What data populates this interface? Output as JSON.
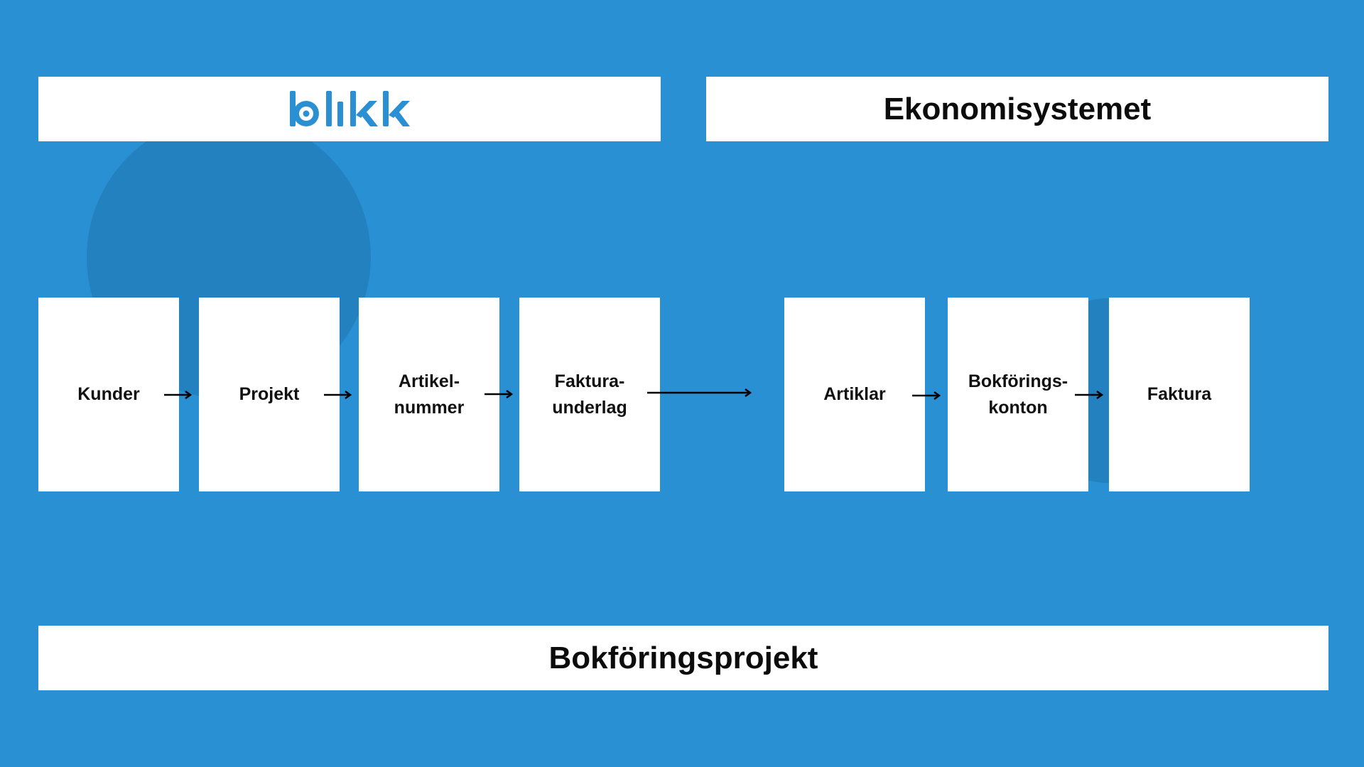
{
  "colors": {
    "background": "#2990d4",
    "circle": "#2381bf",
    "box": "#ffffff",
    "text": "#0c0c0c",
    "logo": "#2a8fd3"
  },
  "header": {
    "logo_text": "blikk",
    "right_title": "Ekonomisystemet"
  },
  "cards": [
    {
      "line1": "Kunder",
      "line2": ""
    },
    {
      "line1": "Projekt",
      "line2": ""
    },
    {
      "line1": "Artikel-",
      "line2": "nummer"
    },
    {
      "line1": "Faktura-",
      "line2": "underlag"
    },
    {
      "line1": "Artiklar",
      "line2": ""
    },
    {
      "line1": "Bokförings-",
      "line2": "konton"
    },
    {
      "line1": "Faktura",
      "line2": ""
    }
  ],
  "footer": {
    "title": "Bokföringsprojekt"
  }
}
